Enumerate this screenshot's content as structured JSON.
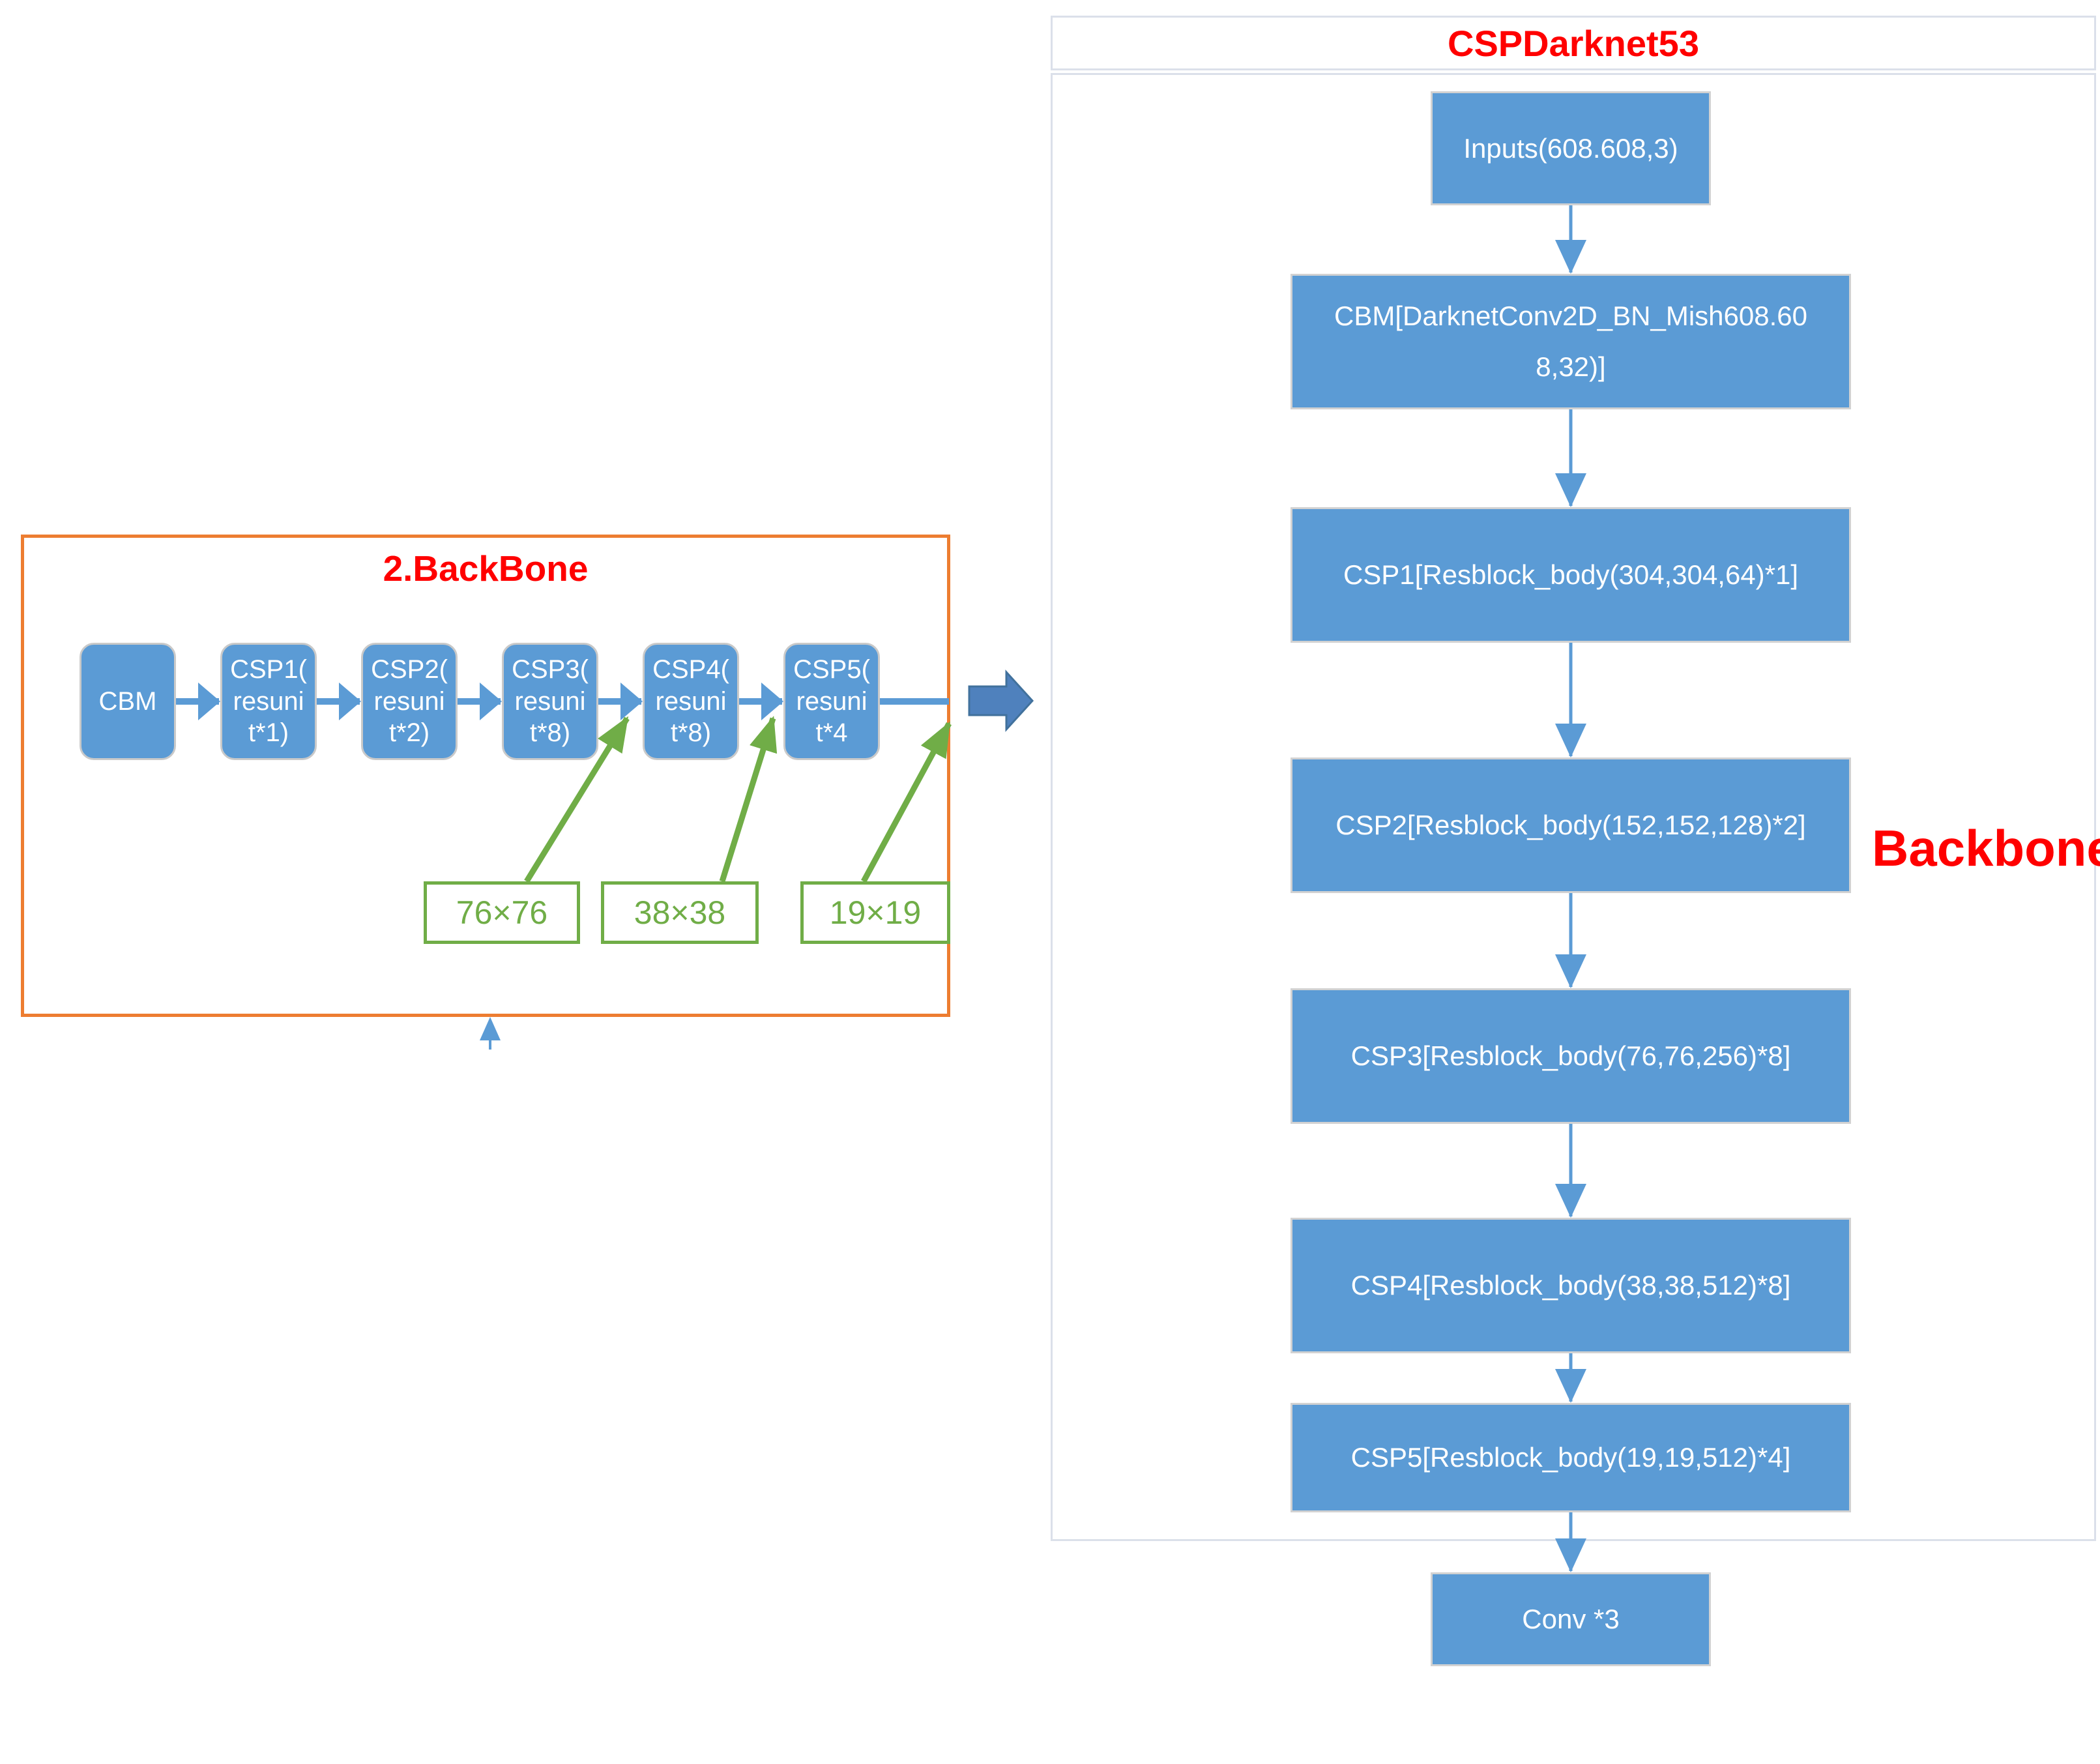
{
  "colors": {
    "node_blue": "#5b9bd5",
    "accent_green": "#70ad47",
    "accent_orange": "#ed7d31",
    "accent_red": "#ff0000",
    "block_arrow_blue": "#4f81bd",
    "frame_gray": "#dbe0ea"
  },
  "left_panel": {
    "title": "2.BackBone",
    "nodes": [
      "CBM",
      "CSP1(\nresuni\nt*1)",
      "CSP2(\nresuni\nt*2)",
      "CSP3(\nresuni\nt*8)",
      "CSP4(\nresuni\nt*8)",
      "CSP5(\nresuni\nt*4"
    ],
    "scale_labels": [
      "76×76",
      "38×38",
      "19×19"
    ]
  },
  "right_panel": {
    "title": "CSPDarknet53",
    "side_label": "Backbone",
    "nodes": [
      "Inputs(608.608,3)",
      "CBM[DarknetConv2D_BN_Mish608.60\n8,32)]",
      "CSP1[Resblock_body(304,304,64)*1]",
      "CSP2[Resblock_body(152,152,128)*2]",
      "CSP3[Resblock_body(76,76,256)*8]",
      "CSP4[Resblock_body(38,38,512)*8]",
      "CSP5[Resblock_body(19,19,512)*4]",
      "Conv *3"
    ]
  }
}
